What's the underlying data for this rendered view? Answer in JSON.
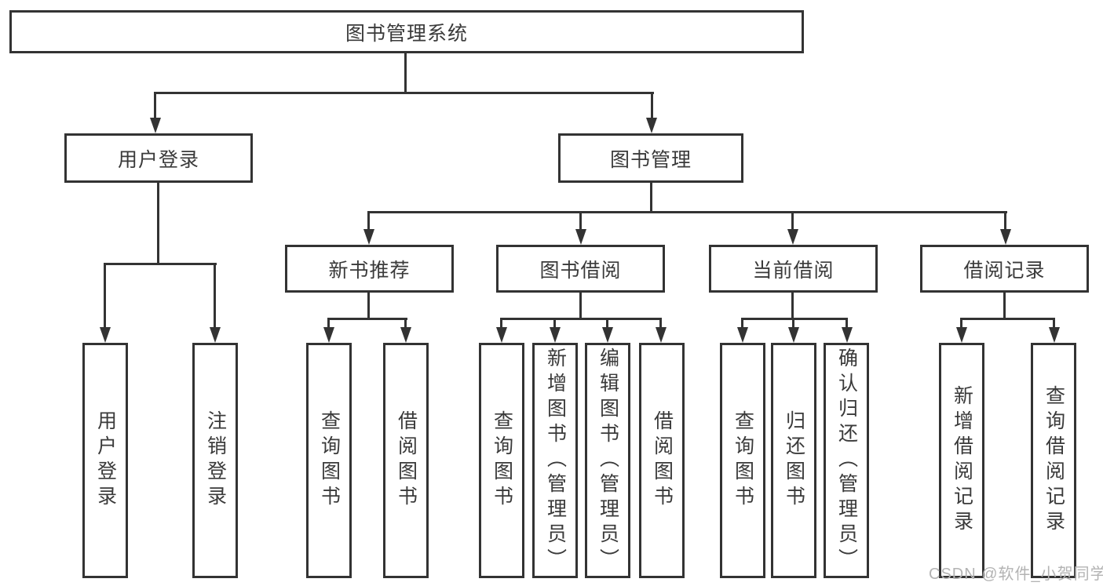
{
  "colors": {
    "line": "#333333",
    "text": "#3a3a3a",
    "watermark": "#b3b3b3",
    "background": "#ffffff"
  },
  "diagram": {
    "root": {
      "label": "图书管理系统"
    },
    "branches": [
      {
        "label": "用户登录",
        "children": [
          {
            "label": "用户登录"
          },
          {
            "label": "注销登录"
          }
        ]
      },
      {
        "label": "图书管理",
        "groups": [
          {
            "label": "新书推荐",
            "children": [
              {
                "label": "查询图书"
              },
              {
                "label": "借阅图书"
              }
            ]
          },
          {
            "label": "图书借阅",
            "children": [
              {
                "label": "查询图书"
              },
              {
                "label": "新增图书（管理员）"
              },
              {
                "label": "编辑图书（管理员）"
              },
              {
                "label": "借阅图书"
              }
            ]
          },
          {
            "label": "当前借阅",
            "children": [
              {
                "label": "查询图书"
              },
              {
                "label": "归还图书"
              },
              {
                "label": "确认归还（管理员）"
              }
            ]
          },
          {
            "label": "借阅记录",
            "children": [
              {
                "label": "新增借阅记录"
              },
              {
                "label": "查询借阅记录"
              }
            ]
          }
        ]
      }
    ],
    "watermark": "CSDN @软件_小贺同学"
  }
}
